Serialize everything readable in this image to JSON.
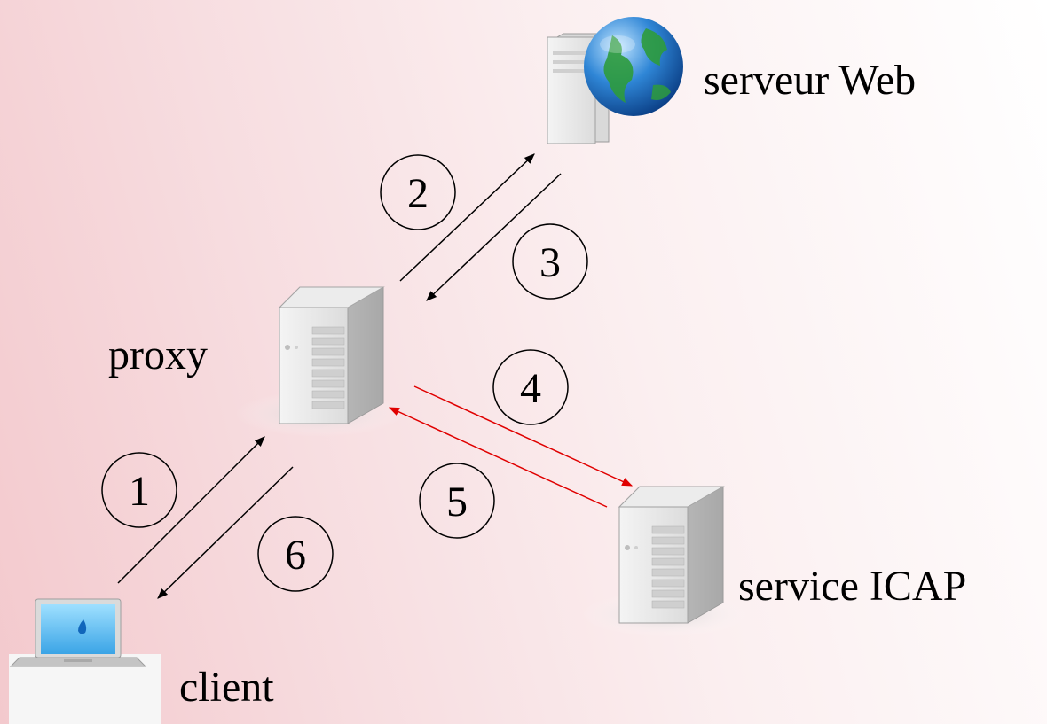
{
  "nodes": {
    "web_server": {
      "label": "serveur Web",
      "icon": "web-server-globe-icon"
    },
    "proxy": {
      "label": "proxy",
      "icon": "server-tower-icon"
    },
    "icap": {
      "label": "service ICAP",
      "icon": "server-tower-icon"
    },
    "client": {
      "label": "client",
      "icon": "laptop-icon"
    }
  },
  "steps": [
    "1",
    "2",
    "3",
    "4",
    "5",
    "6"
  ],
  "colors": {
    "http_flow": "#000000",
    "icap_flow": "#e00000"
  }
}
